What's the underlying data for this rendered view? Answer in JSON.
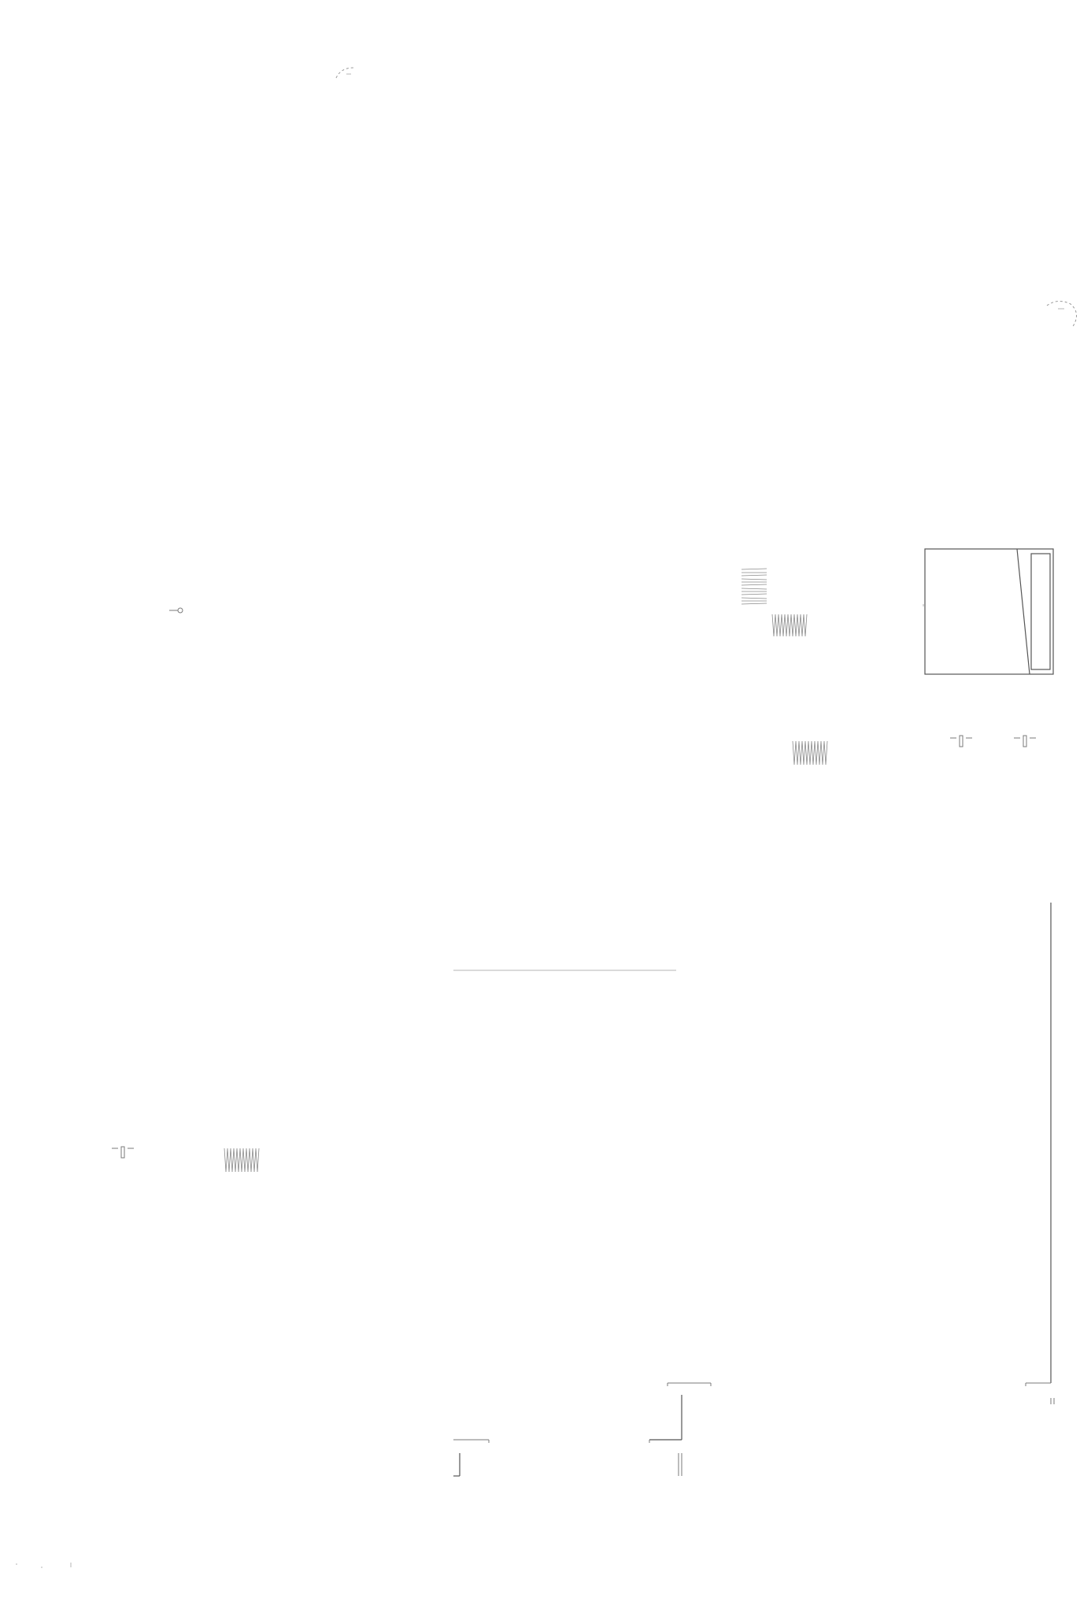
{
  "drawing": {
    "background": "#ffffff",
    "line_color": "#7a7a7a",
    "elements": [
      "arc-mark-top",
      "arc-mark-right",
      "electrical-outlet-symbol",
      "hatched-patch",
      "window-opening-detail",
      "wall-anchor-symbol",
      "horizontal-reference-line",
      "right-wall-vertical-line",
      "step-corner-lines",
      "bottom-left-corner-marks"
    ]
  }
}
